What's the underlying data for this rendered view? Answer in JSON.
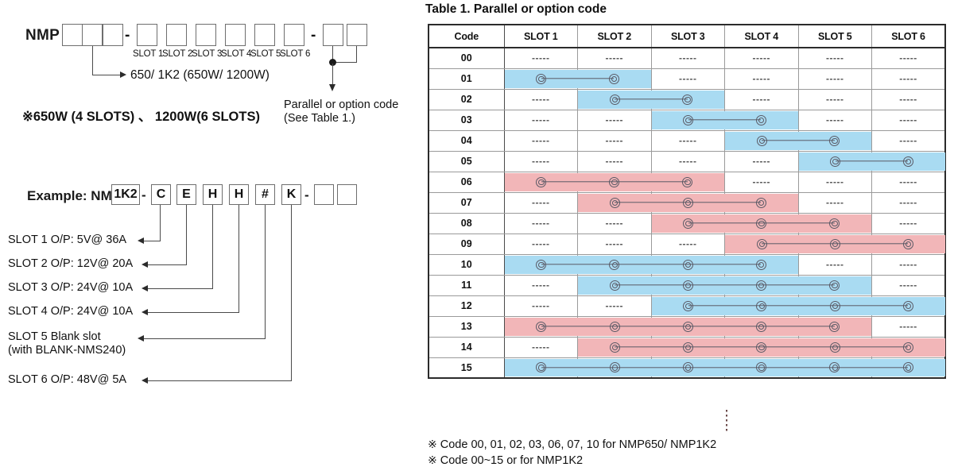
{
  "part_number_diagram": {
    "prefix": "NMP",
    "series_boxes": 3,
    "slot_boxes": 6,
    "option_boxes": 2,
    "dash": "-",
    "slot_ticks": [
      "SLOT 1",
      "SLOT 2",
      "SLOT 3",
      "SLOT 4",
      "SLOT 5",
      "SLOT 6"
    ],
    "series_annotation": "650/ 1K2 (650W/ 1200W)",
    "wattage_note": "※650W (4 SLOTS) 、 1200W(6 SLOTS)",
    "option_annotation_line1": "Parallel or option code",
    "option_annotation_line2": "(See Table 1.)"
  },
  "example": {
    "label": "Example: NMP",
    "series_value": "1K2",
    "dash1": "-",
    "slot_values": [
      "C",
      "E",
      "H",
      "H",
      "#",
      "K"
    ],
    "dash2": "-",
    "trailing_boxes": 2,
    "slot_descriptions": [
      {
        "line1": "SLOT 1  O/P: 5V@ 36A",
        "line2": ""
      },
      {
        "line1": "SLOT 2  O/P: 12V@ 20A",
        "line2": ""
      },
      {
        "line1": "SLOT 3  O/P: 24V@ 10A",
        "line2": ""
      },
      {
        "line1": "SLOT 4  O/P: 24V@ 10A",
        "line2": ""
      },
      {
        "line1": "SLOT 5  Blank slot",
        "line2": "(with BLANK-NMS240)"
      },
      {
        "line1": "SLOT 6  O/P: 48V@ 5A",
        "line2": ""
      }
    ]
  },
  "table": {
    "title": "Table 1. Parallel or option code",
    "columns": [
      "Code",
      "SLOT 1",
      "SLOT 2",
      "SLOT 3",
      "SLOT 4",
      "SLOT 5",
      "SLOT 6"
    ],
    "empty_marker": "-----",
    "colors": {
      "blue": "#a9dbf2",
      "pink": "#f2b6b8",
      "line": "#5a5a66",
      "border": "#2b2b2b"
    },
    "rows": [
      {
        "code": "00",
        "span": null,
        "group_end": false
      },
      {
        "code": "01",
        "span": {
          "start": 1,
          "end": 2,
          "color": "blue"
        },
        "group_end": false
      },
      {
        "code": "02",
        "span": {
          "start": 2,
          "end": 3,
          "color": "blue"
        },
        "group_end": false
      },
      {
        "code": "03",
        "span": {
          "start": 3,
          "end": 4,
          "color": "blue"
        },
        "group_end": false
      },
      {
        "code": "04",
        "span": {
          "start": 4,
          "end": 5,
          "color": "blue"
        },
        "group_end": false
      },
      {
        "code": "05",
        "span": {
          "start": 5,
          "end": 6,
          "color": "blue"
        },
        "group_end": true
      },
      {
        "code": "06",
        "span": {
          "start": 1,
          "end": 3,
          "color": "pink"
        },
        "group_end": false
      },
      {
        "code": "07",
        "span": {
          "start": 2,
          "end": 4,
          "color": "pink"
        },
        "group_end": false
      },
      {
        "code": "08",
        "span": {
          "start": 3,
          "end": 5,
          "color": "pink"
        },
        "group_end": false
      },
      {
        "code": "09",
        "span": {
          "start": 4,
          "end": 6,
          "color": "pink"
        },
        "group_end": true
      },
      {
        "code": "10",
        "span": {
          "start": 1,
          "end": 4,
          "color": "blue"
        },
        "group_end": false
      },
      {
        "code": "11",
        "span": {
          "start": 2,
          "end": 5,
          "color": "blue"
        },
        "group_end": false
      },
      {
        "code": "12",
        "span": {
          "start": 3,
          "end": 6,
          "color": "blue"
        },
        "group_end": true
      },
      {
        "code": "13",
        "span": {
          "start": 1,
          "end": 5,
          "color": "pink"
        },
        "group_end": false
      },
      {
        "code": "14",
        "span": {
          "start": 2,
          "end": 6,
          "color": "pink"
        },
        "group_end": true
      },
      {
        "code": "15",
        "span": {
          "start": 1,
          "end": 6,
          "color": "blue"
        },
        "group_end": true
      }
    ]
  },
  "footnotes": [
    {
      "mark": "※",
      "text": "Code 00, 01, 02, 03, 06, 07, 10 for NMP650/ NMP1K2"
    },
    {
      "mark": "※",
      "text": "Code 00~15 or for NMP1K2"
    }
  ]
}
